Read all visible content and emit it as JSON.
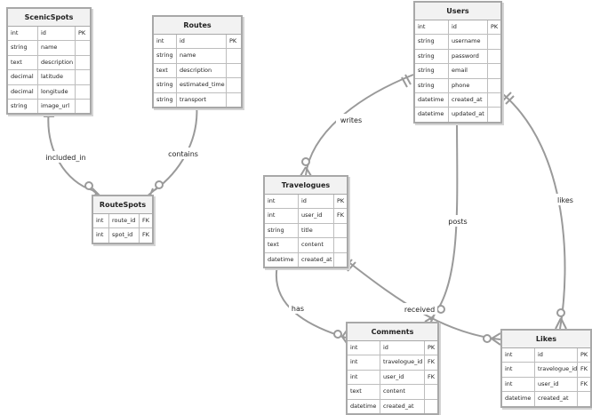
{
  "colors": {
    "line": "#9a9a9a",
    "border": "#a8a8a8",
    "header": "#f2f2f2"
  },
  "entities": [
    {
      "name": "ScenicSpots",
      "fields": [
        {
          "type": "int",
          "name": "id",
          "key": "PK"
        },
        {
          "type": "string",
          "name": "name",
          "key": ""
        },
        {
          "type": "text",
          "name": "description",
          "key": ""
        },
        {
          "type": "decimal",
          "name": "latitude",
          "key": ""
        },
        {
          "type": "decimal",
          "name": "longitude",
          "key": ""
        },
        {
          "type": "string",
          "name": "image_url",
          "key": ""
        }
      ]
    },
    {
      "name": "Routes",
      "fields": [
        {
          "type": "int",
          "name": "id",
          "key": "PK"
        },
        {
          "type": "string",
          "name": "name",
          "key": ""
        },
        {
          "type": "text",
          "name": "description",
          "key": ""
        },
        {
          "type": "string",
          "name": "estimated_time",
          "key": ""
        },
        {
          "type": "string",
          "name": "transport",
          "key": ""
        }
      ]
    },
    {
      "name": "Users",
      "fields": [
        {
          "type": "int",
          "name": "id",
          "key": "PK"
        },
        {
          "type": "string",
          "name": "username",
          "key": ""
        },
        {
          "type": "string",
          "name": "password",
          "key": ""
        },
        {
          "type": "string",
          "name": "email",
          "key": ""
        },
        {
          "type": "string",
          "name": "phone",
          "key": ""
        },
        {
          "type": "datetime",
          "name": "created_at",
          "key": ""
        },
        {
          "type": "datetime",
          "name": "updated_at",
          "key": ""
        }
      ]
    },
    {
      "name": "RouteSpots",
      "fields": [
        {
          "type": "int",
          "name": "route_id",
          "key": "FK"
        },
        {
          "type": "int",
          "name": "spot_id",
          "key": "FK"
        }
      ]
    },
    {
      "name": "Travelogues",
      "fields": [
        {
          "type": "int",
          "name": "id",
          "key": "PK"
        },
        {
          "type": "int",
          "name": "user_id",
          "key": "FK"
        },
        {
          "type": "string",
          "name": "title",
          "key": ""
        },
        {
          "type": "text",
          "name": "content",
          "key": ""
        },
        {
          "type": "datetime",
          "name": "created_at",
          "key": ""
        }
      ]
    },
    {
      "name": "Comments",
      "fields": [
        {
          "type": "int",
          "name": "id",
          "key": "PK"
        },
        {
          "type": "int",
          "name": "travelogue_id",
          "key": "FK"
        },
        {
          "type": "int",
          "name": "user_id",
          "key": "FK"
        },
        {
          "type": "text",
          "name": "content",
          "key": ""
        },
        {
          "type": "datetime",
          "name": "created_at",
          "key": ""
        }
      ]
    },
    {
      "name": "Likes",
      "fields": [
        {
          "type": "int",
          "name": "id",
          "key": "PK"
        },
        {
          "type": "int",
          "name": "travelogue_id",
          "key": "FK"
        },
        {
          "type": "int",
          "name": "user_id",
          "key": "FK"
        },
        {
          "type": "datetime",
          "name": "created_at",
          "key": ""
        }
      ]
    }
  ],
  "relationships": [
    {
      "label": "included_in"
    },
    {
      "label": "contains"
    },
    {
      "label": "writes"
    },
    {
      "label": "posts"
    },
    {
      "label": "likes"
    },
    {
      "label": "has"
    },
    {
      "label": "received"
    }
  ]
}
